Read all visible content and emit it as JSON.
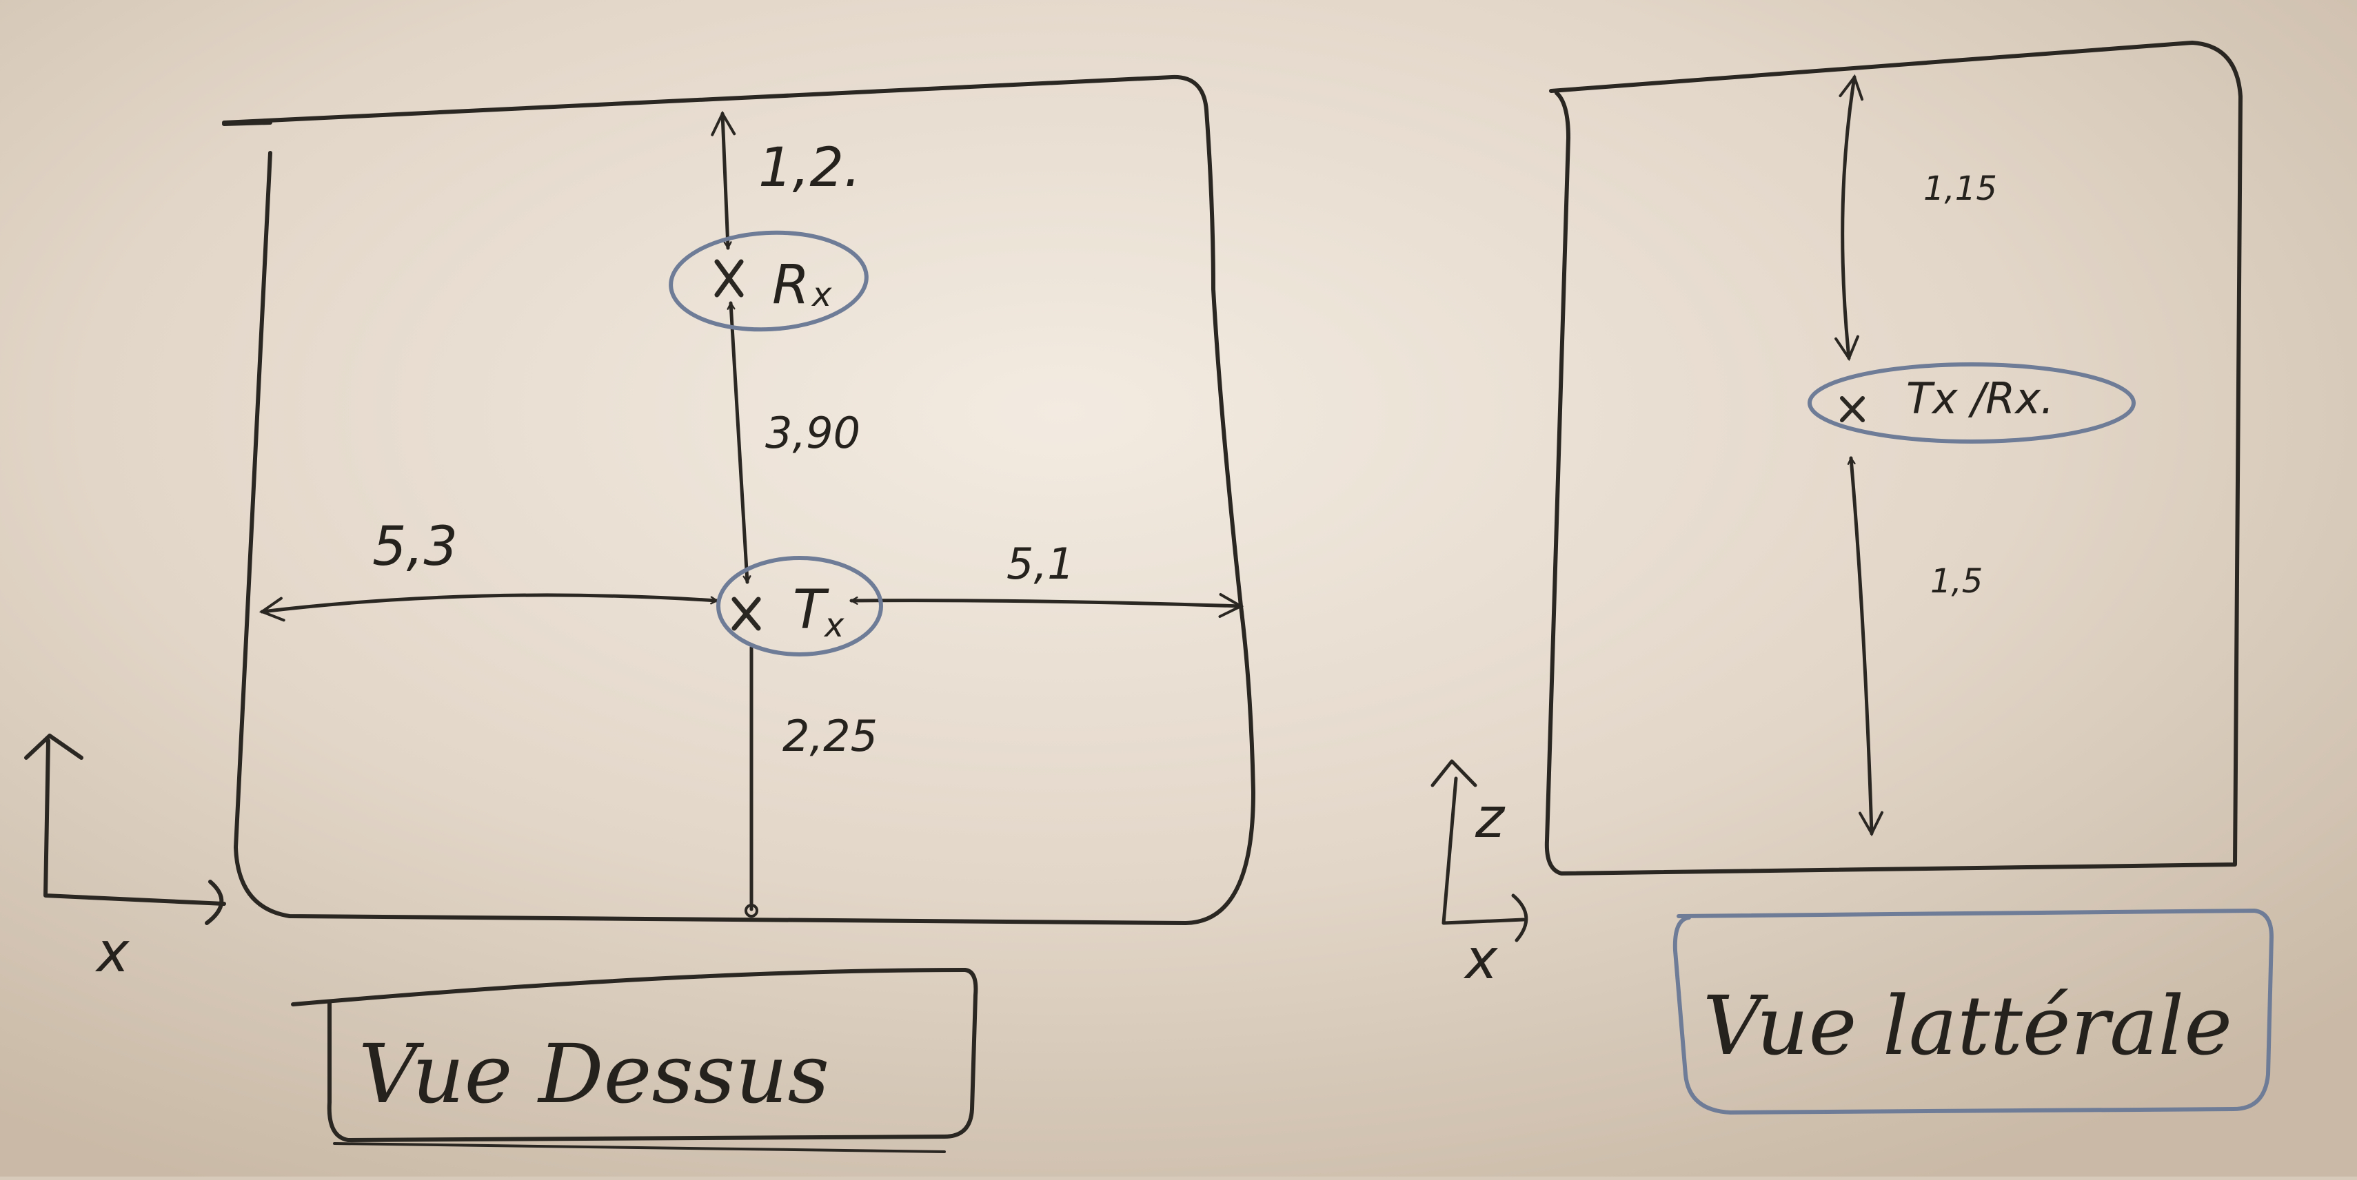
{
  "top_view": {
    "title": "Vue Dessus",
    "receiver_label": "R",
    "receiver_sub": "x",
    "transmitter_label": "T",
    "transmitter_sub": "x",
    "dim_top": "1,2.",
    "dim_rx_to_tx": "3,90",
    "dim_left": "5,3",
    "dim_right": "5,1",
    "dim_bottom": "2,25",
    "axis_x": "x"
  },
  "side_view": {
    "title": "Vue lattérale",
    "device_label": "Tx /Rx.",
    "dim_top": "1,15",
    "dim_bottom": "1,5",
    "axis_z": "z",
    "axis_x": "x"
  },
  "colors": {
    "board": "#d7cabb",
    "ink": "#2a2622",
    "circle_ink": "#6f7c97"
  }
}
